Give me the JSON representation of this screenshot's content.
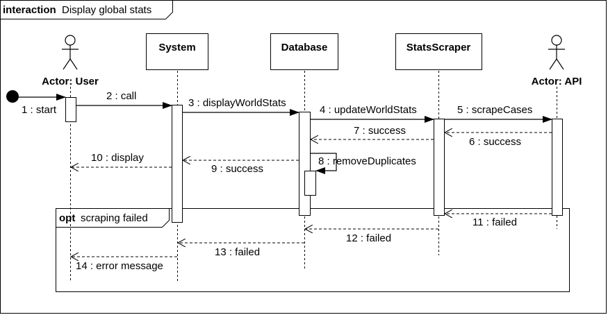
{
  "frame": {
    "keyword": "interaction",
    "title": "Display global stats"
  },
  "lifelines": [
    {
      "id": "user",
      "label": "Actor: User",
      "kind": "actor"
    },
    {
      "id": "system",
      "label": "System",
      "kind": "box"
    },
    {
      "id": "database",
      "label": "Database",
      "kind": "box"
    },
    {
      "id": "scraper",
      "label": "StatsScraper",
      "kind": "box"
    },
    {
      "id": "api",
      "label": "Actor: API",
      "kind": "actor"
    }
  ],
  "messages": [
    {
      "label": "1 : start",
      "from": "initial",
      "to": "user",
      "type": "sync"
    },
    {
      "label": "2 : call",
      "from": "user",
      "to": "system",
      "type": "sync"
    },
    {
      "label": "3 : displayWorldStats",
      "from": "system",
      "to": "database",
      "type": "sync"
    },
    {
      "label": "4 : updateWorldStats",
      "from": "database",
      "to": "scraper",
      "type": "sync"
    },
    {
      "label": "5 : scrapeCases",
      "from": "scraper",
      "to": "api",
      "type": "sync"
    },
    {
      "label": "6 : success",
      "from": "api",
      "to": "scraper",
      "type": "reply"
    },
    {
      "label": "7 : success",
      "from": "scraper",
      "to": "database",
      "type": "reply"
    },
    {
      "label": "8 : removeDuplicates",
      "from": "database",
      "to": "database",
      "type": "self"
    },
    {
      "label": "9 : success",
      "from": "database",
      "to": "system",
      "type": "reply"
    },
    {
      "label": "10 : display",
      "from": "system",
      "to": "user",
      "type": "reply"
    },
    {
      "label": "11 : failed",
      "from": "api",
      "to": "scraper",
      "type": "reply"
    },
    {
      "label": "12 : failed",
      "from": "scraper",
      "to": "database",
      "type": "reply"
    },
    {
      "label": "13 : failed",
      "from": "database",
      "to": "system",
      "type": "reply"
    },
    {
      "label": "14 : error message",
      "from": "system",
      "to": "user",
      "type": "reply"
    }
  ],
  "fragment": {
    "operator": "opt",
    "guard": "scraping failed"
  }
}
